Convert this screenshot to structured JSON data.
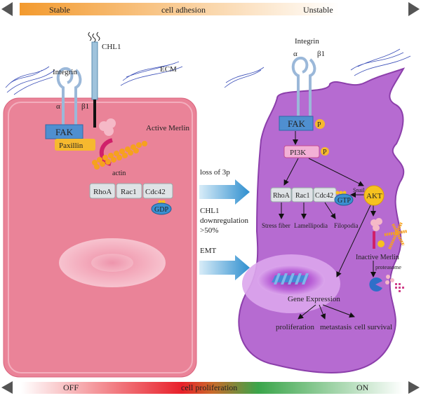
{
  "top_bar": {
    "left": "Stable",
    "center": "cell adhesion",
    "right": "Unstable",
    "colors": [
      "#f39a2e",
      "#ffffff"
    ]
  },
  "bottom_bar": {
    "left": "OFF",
    "center": "cell proliferation",
    "right": "ON",
    "colors": [
      "#e8202a",
      "#3aa54a"
    ]
  },
  "left_cell": {
    "integrin": "Integrin",
    "alpha": "α",
    "beta": "β1",
    "chl1": "CHL1",
    "ecm": "ECM",
    "fak": "FAK",
    "paxillin": "Paxillin",
    "merlin": "Active Merlin",
    "actin": "actin",
    "gtpases": [
      "RhoA",
      "Rac1",
      "Cdc42"
    ],
    "gdp": "GDP",
    "color": "#ea8398"
  },
  "middle": {
    "loss": "loss of 3p",
    "chl1": "CHL1",
    "downreg": "downregulation",
    "pct": ">50%",
    "emt": "EMT"
  },
  "right_cell": {
    "integrin": "Integrin",
    "alpha": "α",
    "beta": "β1",
    "fak": "FAK",
    "p": "P",
    "pi3k": "PI3K",
    "gtpases": [
      "RhoA",
      "Rac1",
      "Cdc42"
    ],
    "gtp": "GTP",
    "snail": "Snail",
    "akt": "AKT",
    "effects": [
      "Stress fiber",
      "Lamellipodia",
      "Filopodia"
    ],
    "inactive_merlin": "Inactive Merlin",
    "proteasome": "proteasome",
    "gene_expression": "Gene Expression",
    "outcomes": [
      "proliferation",
      "metastasis",
      "cell survival"
    ],
    "color": "#b66bd1"
  }
}
